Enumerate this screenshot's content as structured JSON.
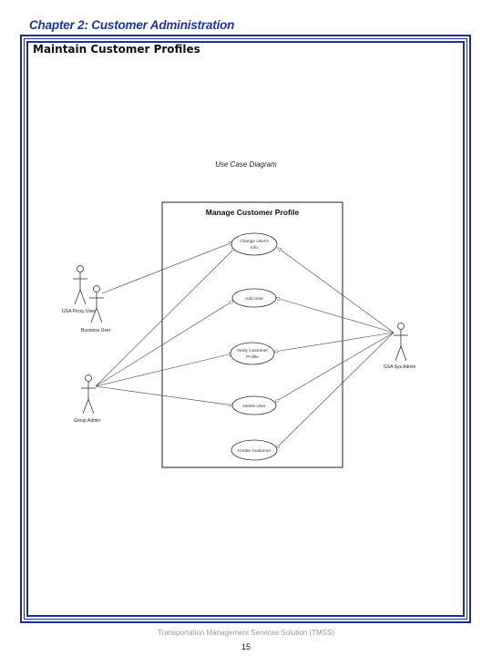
{
  "header": {
    "chapter_title": "Chapter 2:  Customer Administration"
  },
  "section": {
    "title": "Maintain Customer Profiles"
  },
  "diagram": {
    "caption": "Use Case Diagram",
    "system_title": "Manage Customer Profile",
    "use_cases": [
      {
        "label_line1": "Change User's",
        "label_line2": "Info"
      },
      {
        "label_line1": "Add User",
        "label_line2": ""
      },
      {
        "label_line1": "Verify Customer",
        "label_line2": "Profile"
      },
      {
        "label_line1": "Delete User",
        "label_line2": ""
      },
      {
        "label_line1": "Create Customer",
        "label_line2": ""
      }
    ],
    "actors": {
      "gsa_proxy_user": "GSA Proxy User",
      "business_user": "Business User",
      "group_admin": "Group Admin",
      "gsa_sys_admin": "GSA Sys Admin"
    }
  },
  "footer": {
    "text": "Transportation Management Services Solution (TMSS)",
    "page_number": "15"
  }
}
